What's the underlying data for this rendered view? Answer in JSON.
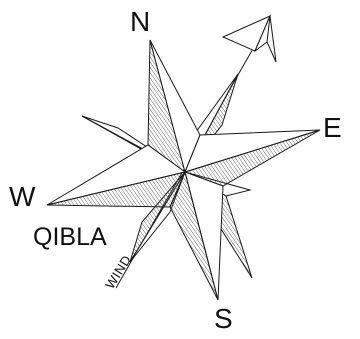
{
  "compass": {
    "north_label": "N",
    "east_label": "E",
    "south_label": "S",
    "west_label": "W",
    "qibla_label": "QIBLA",
    "wind_label": "WIND"
  },
  "colors": {
    "stroke": "#1a1a1a",
    "hatch": "#555555",
    "background": "#ffffff"
  }
}
